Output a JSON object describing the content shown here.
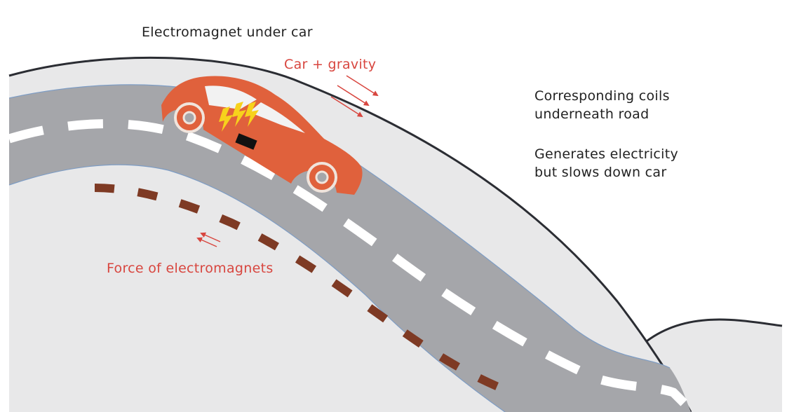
{
  "labels": {
    "electromagnet_under_car": "Electromagnet under car",
    "car_gravity": "Car + gravity",
    "coils_line1": "Corresponding coils",
    "coils_line2": "underneath road",
    "generates_line1": "Generates electricity",
    "generates_line2": "but slows down car",
    "force_of_electromagnets": "Force of electromagnets"
  },
  "colors": {
    "hill": "#e8e8e9",
    "hill_outline": "#2b2d33",
    "road": "#a5a6aa",
    "road_edge": "#7d9cc4",
    "lane_marks": "#ffffff",
    "coil_marks": "#7e3a24",
    "car_body": "#e0613c",
    "car_window": "#f2f2f2",
    "lightning": "#f7d21c",
    "magnet": "#111111",
    "arrows": "#d8463f",
    "text_dark": "#222222",
    "text_red": "#d8463f"
  },
  "icons": {
    "car": "car-icon",
    "lightning": "lightning-icon",
    "arrow": "arrow-icon",
    "electromagnet": "electromagnet-block"
  }
}
